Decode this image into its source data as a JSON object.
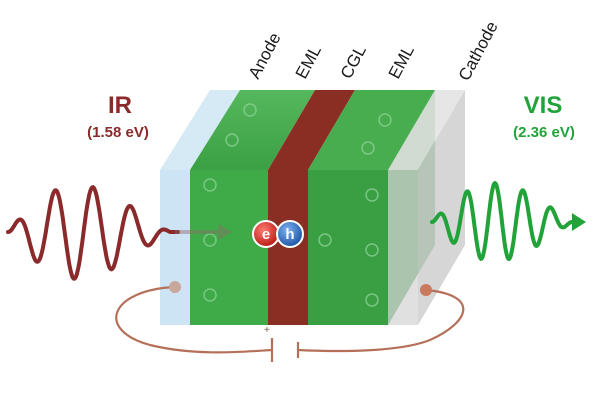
{
  "layers": [
    {
      "id": "anode",
      "label": "Anode"
    },
    {
      "id": "eml-1",
      "label": "EML"
    },
    {
      "id": "cgl",
      "label": "CGL"
    },
    {
      "id": "eml-2",
      "label": "EML"
    },
    {
      "id": "cathode",
      "label": "Cathode"
    }
  ],
  "input_light": {
    "label": "IR",
    "energy": "(1.58 eV)",
    "color": "#8b2a2a"
  },
  "output_light": {
    "label": "VIS",
    "energy": "(2.36 eV)",
    "color": "#22a33a"
  },
  "carriers": {
    "electron": "e",
    "hole": "h",
    "electron_color": "#d8302a",
    "hole_color": "#2f6fc4"
  },
  "circuit": {
    "polarity_mark": "+"
  },
  "colors": {
    "eml_green": "#3faa48",
    "cgl_red": "#8a2e24",
    "electrode_blue": "#cfe6f5",
    "electrode_gray": "#dcdcdc",
    "wire": "#b5705a"
  }
}
